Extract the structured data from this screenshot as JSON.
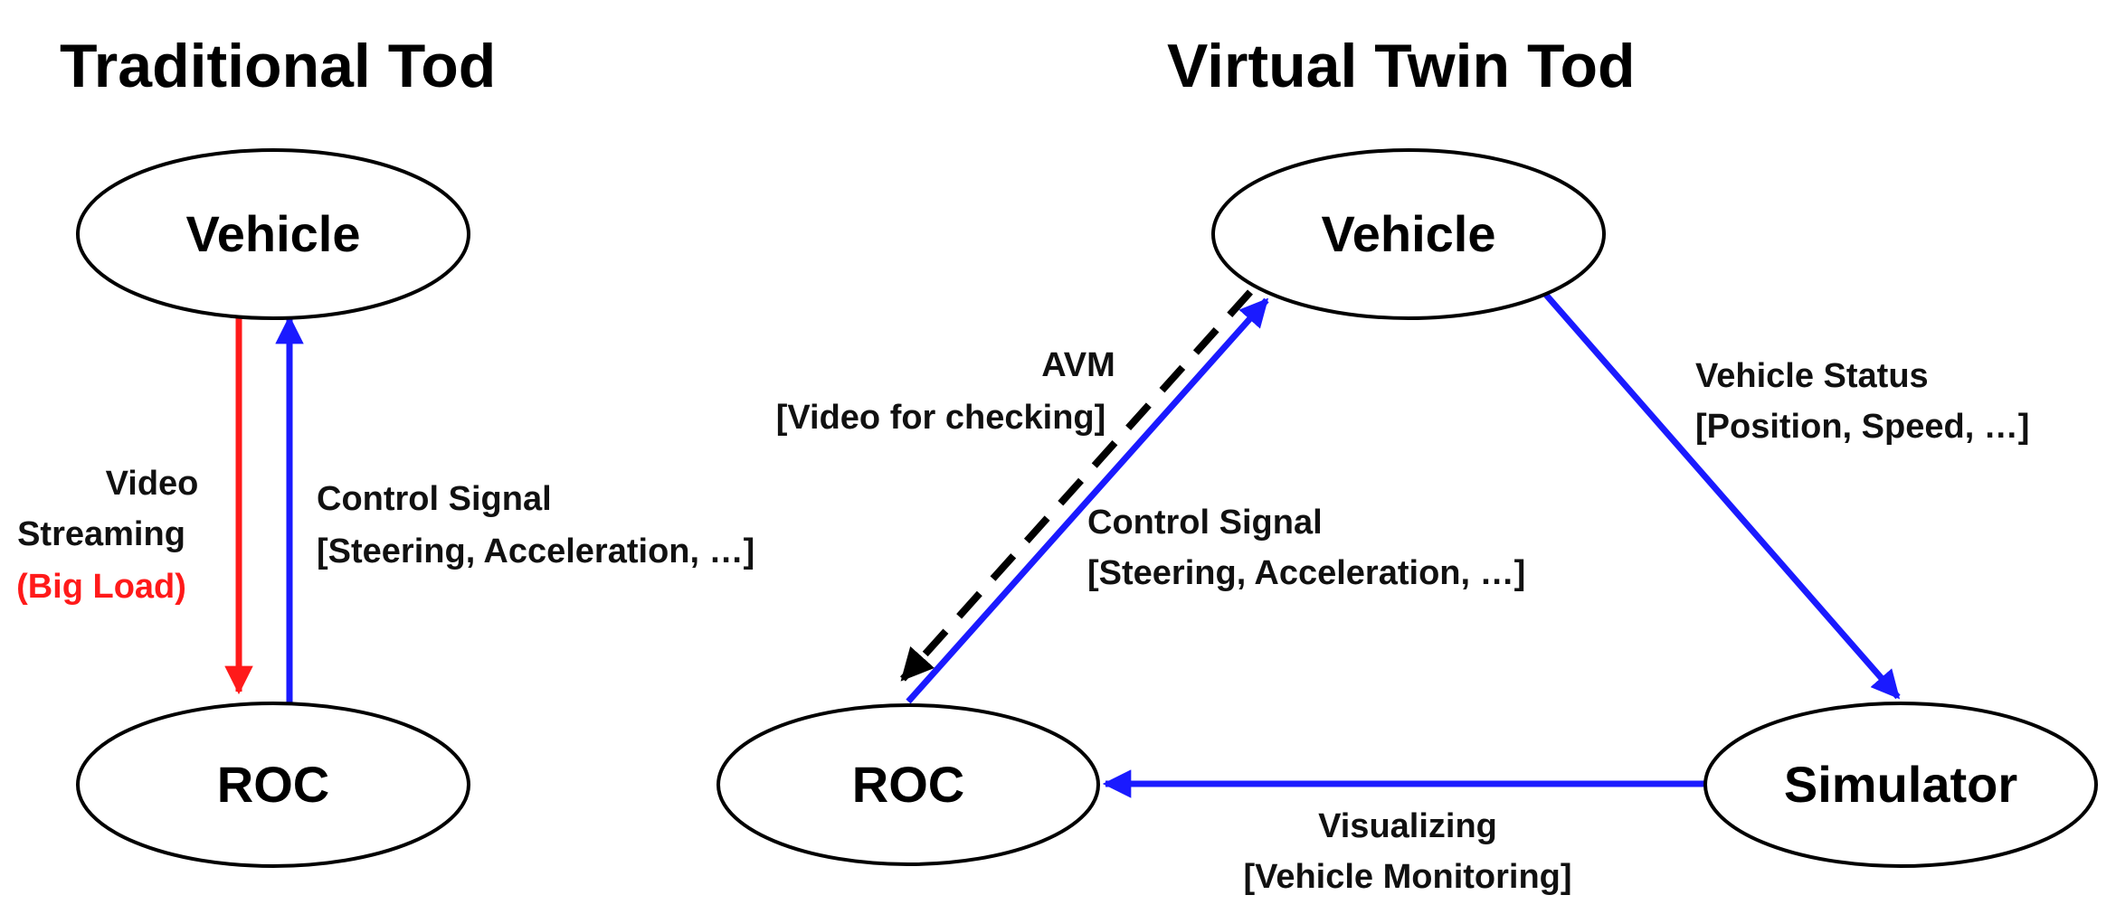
{
  "colors": {
    "red_flow": "#ff1a1a",
    "blue_flow": "#1a1aff",
    "dashed_flow": "#000000",
    "highlight_text": "#ff1a1a"
  },
  "traditional": {
    "title": "Traditional Tod",
    "nodes": {
      "vehicle": "Vehicle",
      "roc": "ROC"
    },
    "edges": {
      "video": {
        "line1": "Video",
        "line2": "Streaming",
        "line3": "(Big Load)"
      },
      "control": {
        "line1": "Control Signal",
        "line2": "[Steering, Acceleration, …]"
      }
    }
  },
  "virtual_twin": {
    "title": "Virtual Twin Tod",
    "nodes": {
      "vehicle": "Vehicle",
      "roc": "ROC",
      "simulator": "Simulator"
    },
    "edges": {
      "avm": {
        "line1": "AVM",
        "line2": "[Video for checking]"
      },
      "control": {
        "line1": "Control Signal",
        "line2": "[Steering, Acceleration, …]"
      },
      "status": {
        "line1": "Vehicle Status",
        "line2": "[Position, Speed, …]"
      },
      "visualizing": {
        "line1": "Visualizing",
        "line2": "[Vehicle Monitoring]"
      }
    }
  }
}
